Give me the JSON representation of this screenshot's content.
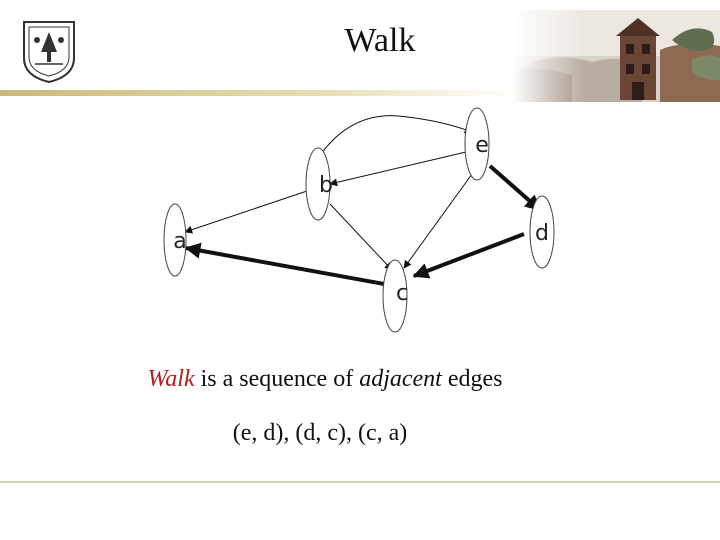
{
  "slide": {
    "title": "Walk",
    "caption": {
      "term": "Walk",
      "text1": " is a sequence of ",
      "emph": "adjacent",
      "text2": " edges"
    },
    "example": "(e, d), (d, c), (c, a)"
  },
  "graph": {
    "nodes": [
      {
        "id": "a",
        "label": "a"
      },
      {
        "id": "b",
        "label": "b"
      },
      {
        "id": "c",
        "label": "c"
      },
      {
        "id": "d",
        "label": "d"
      },
      {
        "id": "e",
        "label": "e"
      }
    ],
    "edges": [
      {
        "from": "b",
        "to": "a",
        "bold": false
      },
      {
        "from": "b",
        "to": "e",
        "bold": false
      },
      {
        "from": "e",
        "to": "b",
        "bold": false
      },
      {
        "from": "b",
        "to": "c",
        "bold": false
      },
      {
        "from": "e",
        "to": "c",
        "bold": false
      },
      {
        "from": "e",
        "to": "d",
        "bold": true
      },
      {
        "from": "d",
        "to": "c",
        "bold": true
      },
      {
        "from": "c",
        "to": "a",
        "bold": true
      }
    ]
  }
}
